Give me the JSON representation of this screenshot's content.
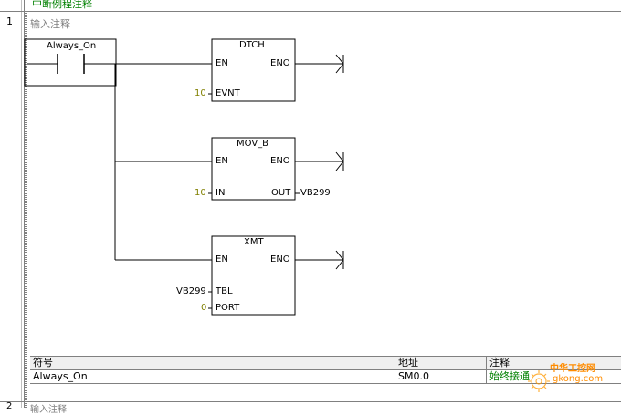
{
  "header": {
    "network_title": "中断例程注释"
  },
  "network1": {
    "number": "1",
    "comment": "输入注释",
    "contact": {
      "label": "Always_On"
    },
    "blocks": [
      {
        "name": "DTCH",
        "en": "EN",
        "eno": "ENO",
        "inputs": [
          {
            "pin": "EVNT",
            "value": "10"
          }
        ],
        "outputs": []
      },
      {
        "name": "MOV_B",
        "en": "EN",
        "eno": "ENO",
        "inputs": [
          {
            "pin": "IN",
            "value": "10"
          }
        ],
        "outputs": [
          {
            "pin": "OUT",
            "value": "VB299"
          }
        ]
      },
      {
        "name": "XMT",
        "en": "EN",
        "eno": "ENO",
        "inputs": [
          {
            "pin": "TBL",
            "value": "VB299"
          },
          {
            "pin": "PORT",
            "value": "0"
          }
        ],
        "outputs": []
      }
    ]
  },
  "symbol_table": {
    "headers": {
      "symbol": "符号",
      "address": "地址",
      "comment": "注释"
    },
    "rows": [
      {
        "symbol": "Always_On",
        "address": "SM0.0",
        "comment": "始终接通"
      }
    ]
  },
  "network2": {
    "number": "2",
    "comment": "输入注释"
  },
  "watermark": {
    "line1": "中华工控网",
    "line2": "gkong.com"
  }
}
